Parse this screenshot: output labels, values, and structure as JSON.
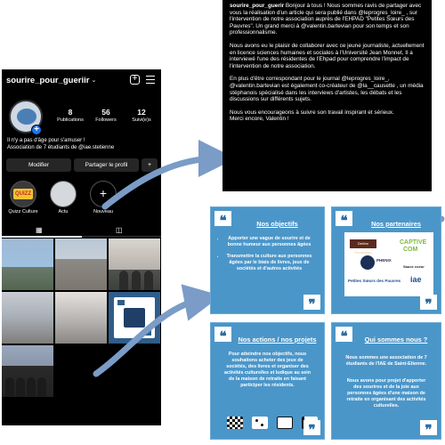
{
  "phone": {
    "username": "sourire_pour_gueriir",
    "stats": [
      {
        "num": "8",
        "label": "Publications"
      },
      {
        "num": "56",
        "label": "Followers"
      },
      {
        "num": "12",
        "label": "Suivi(e)s"
      }
    ],
    "bio_line1": "Il n'y a pas d'âge pour s'amuser !",
    "bio_line2": "Association de 7 étudiants de @iae.stetienne",
    "buttons": {
      "edit": "Modifier",
      "share": "Partager le profil"
    },
    "highlights": [
      {
        "label": "Quizz Culture",
        "badge": "QUIZZ"
      },
      {
        "label": "Actu"
      },
      {
        "label": "Nouveau"
      }
    ]
  },
  "comment": {
    "user": "sourire_pour_guerir",
    "p1_rest": " Bonjour à tous ! Nous sommes ravis de partager avec vous la réalisation d'un article qui sera publié dans @leprogres_loire_ , sur l'intervention de notre association auprès de l'EHPAD \"Petites Sœurs des Pauvres\". Un grand merci à @valentin.bartevian pour son temps et son professionnalisme.",
    "p2": "Nous avons eu le plaisir de collaborer avec ce jeune journaliste, actuellement en licence sciences humaines et sociales à l'Université Jean Monnet. Il a interviewé l'une des résidentes de l'Ehpad pour comprendre l'impact de l'intervention de notre association.",
    "p3": "En plus d'être correspondant pour le journal @leprogres_loire_, @valentin.bartevian est également co-créateur de @la__causette , un média stéphanois spécialisé dans les interviews d'artistes, les débats et les discussions sur différents sujets.",
    "p4": "Nous vous encourageons à suivre son travail inspirant et sérieux.",
    "p5": "Merci encore, Valentin !"
  },
  "cards": {
    "objectifs": {
      "title": "Nos objectifs",
      "items": [
        "Apporter une vague de sourire et de bonne humeur aux personnes âgées",
        "Transmettre la culture aux personnes âgées par le biais de livres, jeux de sociétés et d'autres activités"
      ]
    },
    "partenaires": {
      "title": "Nos partenaires",
      "logos": {
        "online": "Online Formation",
        "captive1": "CAPTIVE",
        "captive2": "COM",
        "phenix": "PHENIX",
        "sauce": "Sauce coeur",
        "psdp": "Petites Sœurs des Pauvres",
        "iae": "iae"
      }
    },
    "actions": {
      "title": "Nos actions / nos projets",
      "text": "Pour atteindre nos objectifs, nous souhaitons acheter des jeux de sociétés, des livres et organiser des activités culturelles et ludique au sein de la maison de retraite en faisant participer les résidents."
    },
    "qui": {
      "title": "Qui sommes nous ?",
      "text1": "Nous sommes une association de 7 étudiants de l'IAE de Saint-Etienne.",
      "text2": "Nous avons pour projet d'apporter des sourires et de la joie aux personnes âgées d'une maison de retraite en organisant des activités culturelles."
    }
  },
  "quote_open": "❝",
  "quote_close": "❞"
}
